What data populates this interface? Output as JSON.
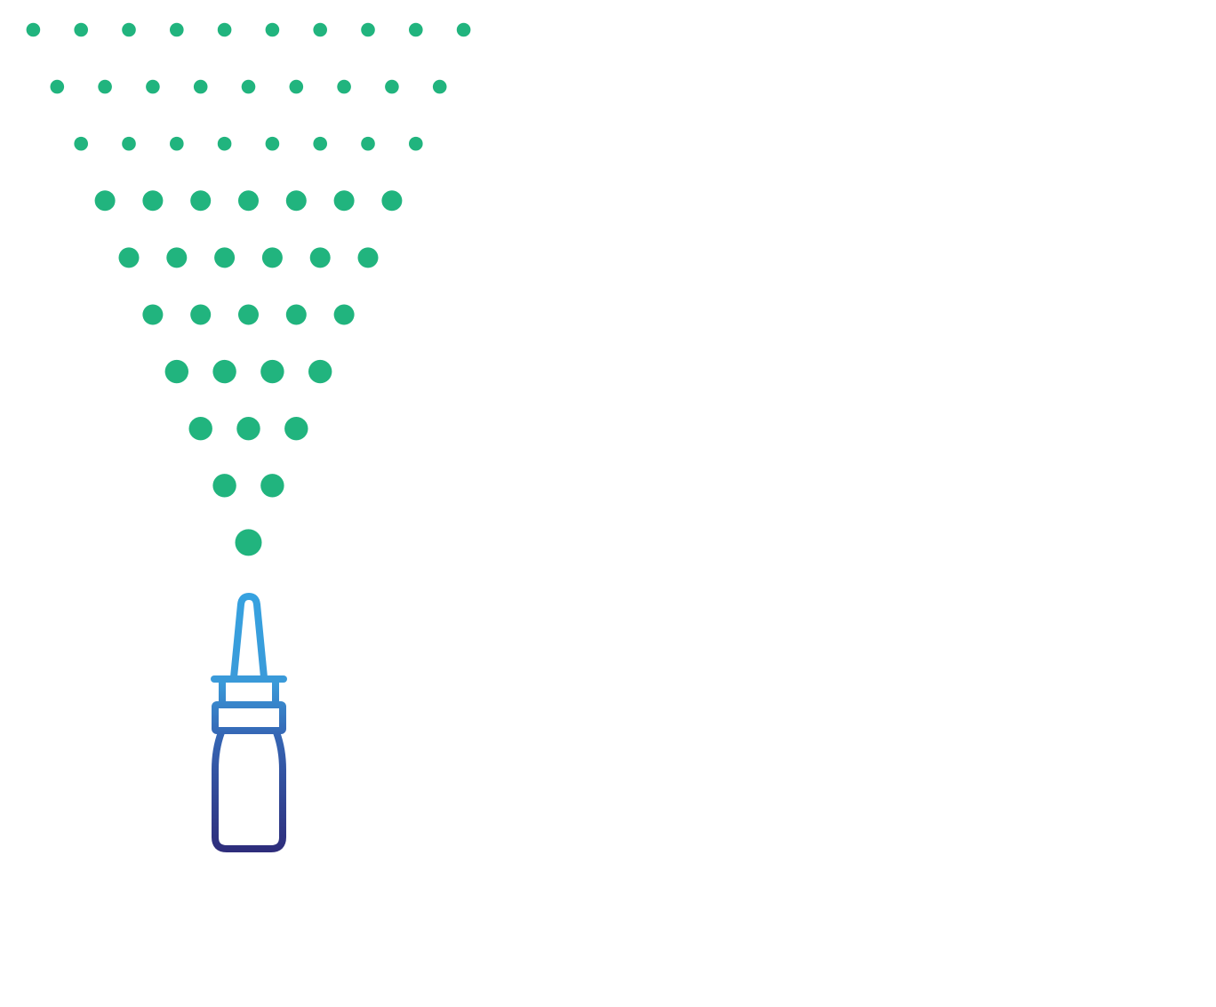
{
  "illustration": {
    "subject": "nasal-spray-bottle-icon",
    "spray_pattern": "dot-cone",
    "spray_rows": [
      10,
      9,
      8,
      7,
      6,
      5,
      4,
      3,
      2,
      1
    ]
  },
  "colors": {
    "spray": "#21b47e",
    "bottle_top": "#36a2e0",
    "bottle_bottom": "#2e2c7a",
    "background": "#ffffff"
  }
}
